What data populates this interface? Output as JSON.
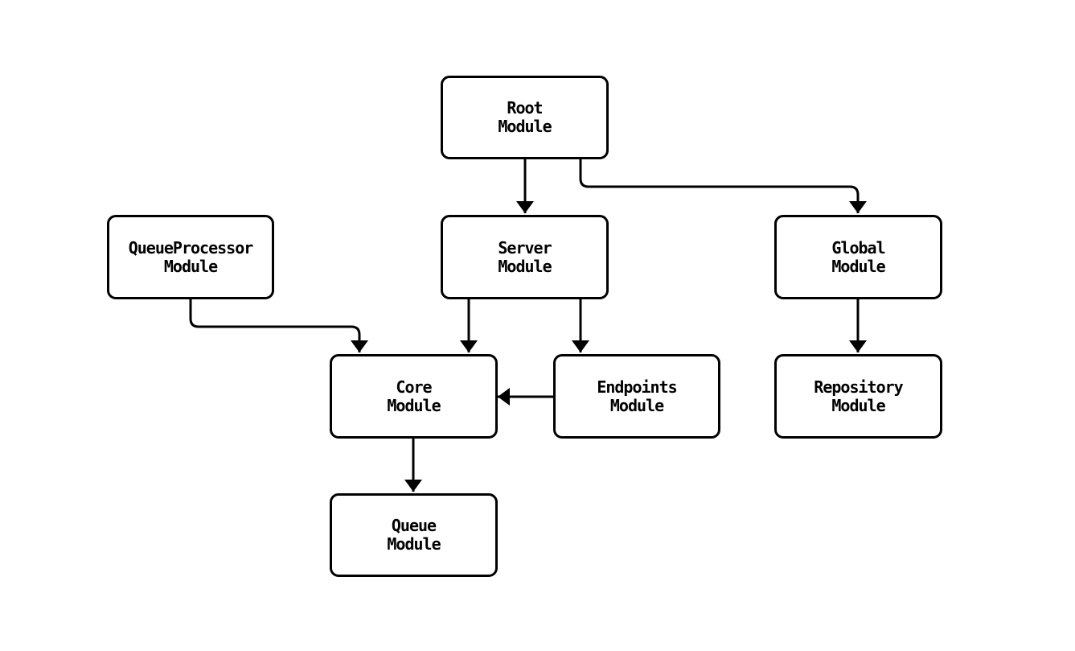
{
  "diagram": {
    "type": "module-dependency-flowchart",
    "background_color": "#ffffff",
    "node_fill_color": "#ffffff",
    "line_color": "#000000",
    "nodes": [
      {
        "id": "root",
        "lines": [
          "Root",
          "Module"
        ]
      },
      {
        "id": "queueprocessor",
        "lines": [
          "QueueProcessor",
          "Module"
        ]
      },
      {
        "id": "server",
        "lines": [
          "Server",
          "Module"
        ]
      },
      {
        "id": "global",
        "lines": [
          "Global",
          "Module"
        ]
      },
      {
        "id": "core",
        "lines": [
          "Core",
          "Module"
        ]
      },
      {
        "id": "endpoints",
        "lines": [
          "Endpoints",
          "Module"
        ]
      },
      {
        "id": "repository",
        "lines": [
          "Repository",
          "Module"
        ]
      },
      {
        "id": "queue",
        "lines": [
          "Queue",
          "Module"
        ]
      }
    ],
    "edges": [
      {
        "from": "root",
        "to": "server"
      },
      {
        "from": "root",
        "to": "global"
      },
      {
        "from": "queueprocessor",
        "to": "core"
      },
      {
        "from": "server",
        "to": "core"
      },
      {
        "from": "server",
        "to": "endpoints"
      },
      {
        "from": "endpoints",
        "to": "core"
      },
      {
        "from": "global",
        "to": "repository"
      },
      {
        "from": "core",
        "to": "queue"
      }
    ]
  }
}
